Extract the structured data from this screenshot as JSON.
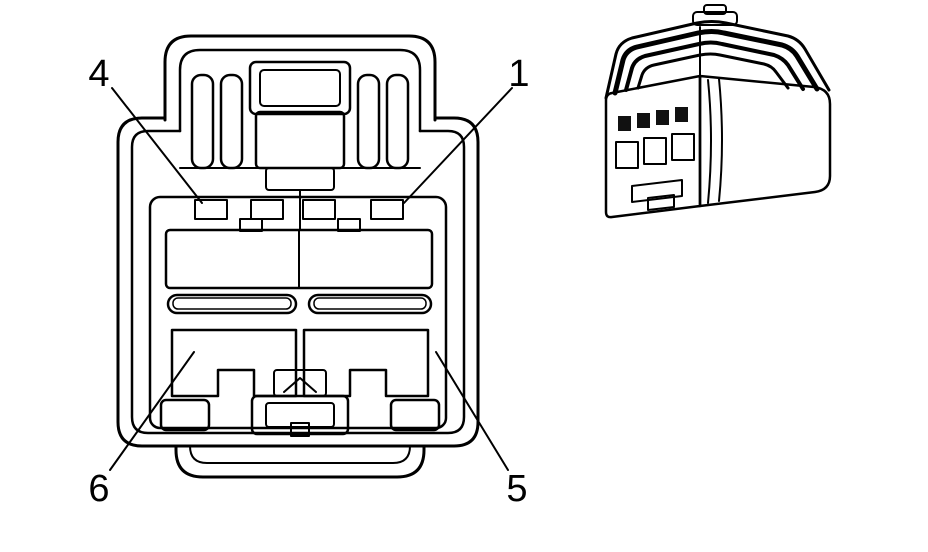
{
  "figure": {
    "callouts": [
      {
        "id": "callout-4",
        "text": "4"
      },
      {
        "id": "callout-1",
        "text": "1"
      },
      {
        "id": "callout-6",
        "text": "6"
      },
      {
        "id": "callout-5",
        "text": "5"
      }
    ]
  },
  "colors": {
    "line": "#000000",
    "background": "#ffffff",
    "terminal_fill": "#111111"
  }
}
